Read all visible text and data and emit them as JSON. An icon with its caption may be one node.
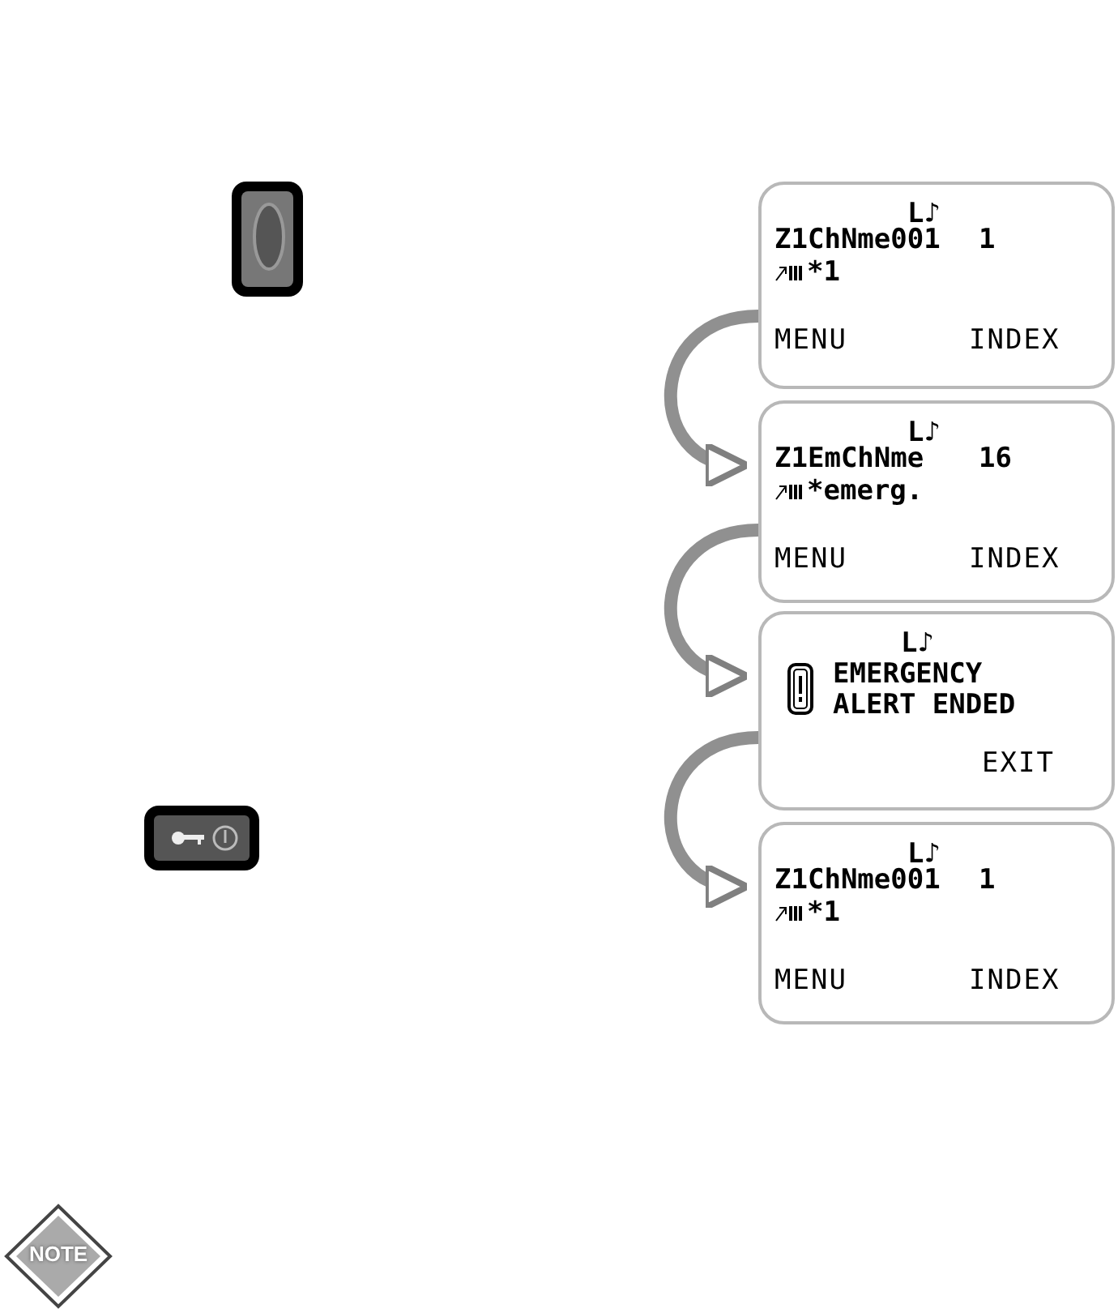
{
  "diagram": {
    "nodes": [
      {
        "text": [
          "L♪",
          "Z1ChNme001",
          "1",
          "*1",
          "MENU",
          "INDEX"
        ]
      },
      {
        "text": [
          "L♪",
          "Z1EmChNme",
          "16",
          "*emerg.",
          "MENU",
          "INDEX"
        ]
      },
      {
        "text": [
          "L♪",
          "EMERGENCY ALERT ENDED",
          "EXIT"
        ]
      },
      {
        "text": [
          "L♪",
          "Z1ChNme001",
          "1",
          "*1",
          "MENU",
          "INDEX"
        ]
      },
      {
        "text": [
          "NOTE"
        ]
      }
    ],
    "edges": [
      {
        "from": 0,
        "to": 1,
        "arrow": "to"
      },
      {
        "from": 1,
        "to": 2,
        "arrow": "to"
      },
      {
        "from": 2,
        "to": 3,
        "arrow": "to"
      }
    ]
  }
}
